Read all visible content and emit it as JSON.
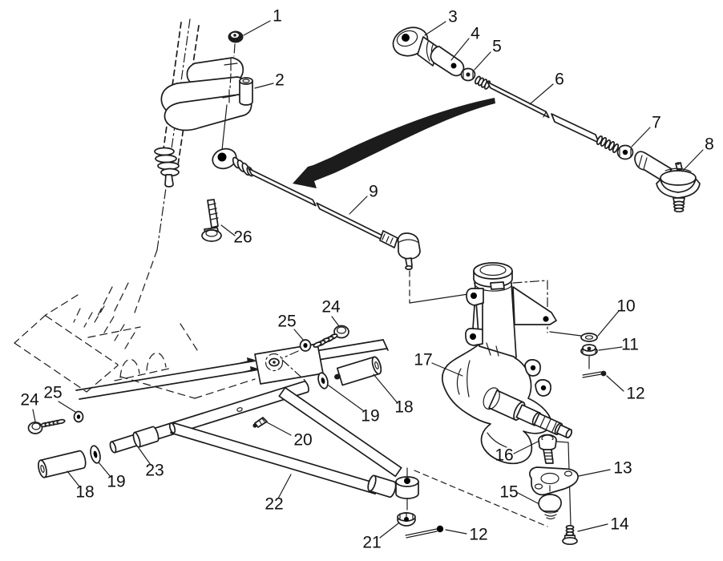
{
  "figure": {
    "colors": {
      "background": "#ffffff",
      "ink": "#1c1c1c"
    },
    "callouts": {
      "1": "1",
      "2": "2",
      "3": "3",
      "4": "4",
      "5": "5",
      "6": "6",
      "7": "7",
      "8": "8",
      "9": "9",
      "10": "10",
      "11": "11",
      "12": "12",
      "13": "13",
      "14": "14",
      "15": "15",
      "16": "16",
      "17": "17",
      "18": "18",
      "19": "19",
      "20": "20",
      "21": "21",
      "22": "22",
      "23": "23",
      "24": "24",
      "25": "25",
      "26": "26"
    }
  }
}
